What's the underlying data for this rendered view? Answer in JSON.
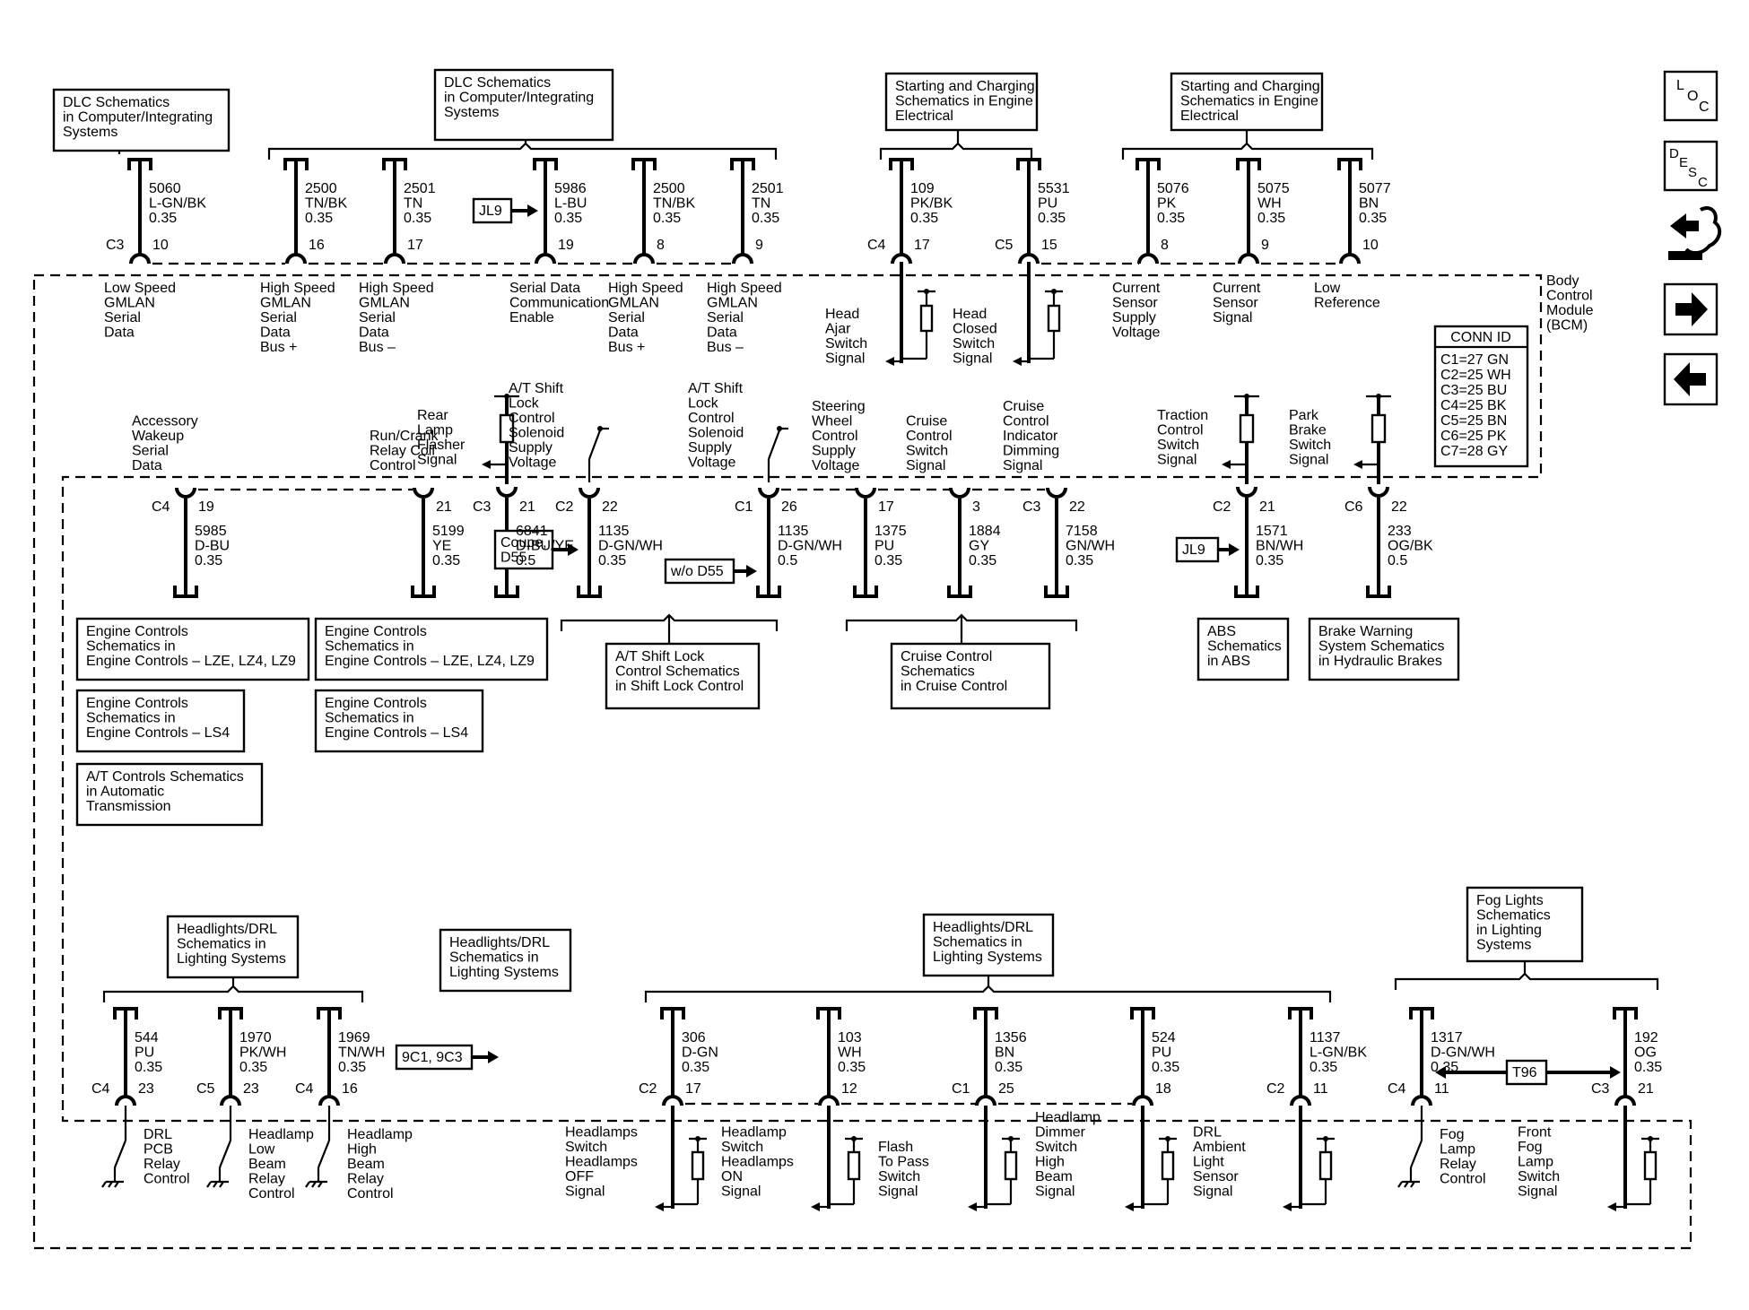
{
  "module": {
    "name": [
      "Body",
      "Control",
      "Module",
      "(BCM)"
    ]
  },
  "conn_id": {
    "title": "CONN ID",
    "rows": [
      "C1=27 GN",
      "C2=25 WH",
      "C3=25 BU",
      "C4=25 BK",
      "C5=25 BN",
      "C6=25 PK",
      "C7=28 GY"
    ]
  },
  "side_icons": [
    {
      "name": "loc-icon",
      "label": "LOC"
    },
    {
      "name": "desc-icon",
      "label": "DESC"
    },
    {
      "name": "schematic-icon",
      "label": ""
    },
    {
      "name": "arrow-right-icon",
      "label": ""
    },
    {
      "name": "arrow-left-icon",
      "label": ""
    }
  ],
  "ref_boxes": [
    {
      "lines": [
        "DLC Schematics",
        "in Computer/Integrating",
        "Systems"
      ]
    },
    {
      "lines": [
        "DLC Schematics",
        "in Computer/Integrating",
        "Systems"
      ]
    },
    {
      "lines": [
        "Starting and Charging",
        "Schematics in Engine",
        "Electrical"
      ]
    },
    {
      "lines": [
        "Starting and Charging",
        "Schematics in Engine",
        "Electrical"
      ]
    },
    {
      "lines": [
        "Engine Controls",
        "Schematics in",
        "Engine Controls – LZE, LZ4, LZ9"
      ]
    },
    {
      "lines": [
        "Engine Controls",
        "Schematics in",
        "Engine Controls – LZE, LZ4, LZ9"
      ]
    },
    {
      "lines": [
        "Engine Controls",
        "Schematics in",
        "Engine Controls – LS4"
      ]
    },
    {
      "lines": [
        "Engine Controls",
        "Schematics in",
        "Engine Controls – LS4"
      ]
    },
    {
      "lines": [
        "A/T Controls Schematics",
        "in Automatic",
        "Transmission"
      ]
    },
    {
      "lines": [
        "A/T Shift Lock",
        "Control Schematics",
        "in Shift Lock Control"
      ]
    },
    {
      "lines": [
        "Cruise Control",
        "Schematics",
        "in Cruise Control"
      ]
    },
    {
      "lines": [
        "ABS",
        "Schematics",
        "in ABS"
      ]
    },
    {
      "lines": [
        "Brake Warning",
        "System Schematics",
        "in Hydraulic Brakes"
      ]
    },
    {
      "lines": [
        "Headlights/DRL",
        "Schematics in",
        "Lighting Systems"
      ]
    },
    {
      "lines": [
        "Headlights/DRL",
        "Schematics in",
        "Lighting Systems"
      ]
    },
    {
      "lines": [
        "Headlights/DRL",
        "Schematics in",
        "Lighting Systems"
      ]
    },
    {
      "lines": [
        "Fog Lights",
        "Schematics",
        "in Lighting",
        "Systems"
      ]
    }
  ],
  "tags": [
    {
      "lines": [
        "JL9"
      ]
    },
    {
      "lines": [
        "Coupe,",
        "D55"
      ]
    },
    {
      "lines": [
        "w/o D55"
      ]
    },
    {
      "lines": [
        "JL9"
      ]
    },
    {
      "lines": [
        "9C1, 9C3"
      ]
    },
    {
      "lines": [
        "T96"
      ]
    }
  ],
  "circuits": [
    {
      "lines": [
        "5060",
        "L-GN/BK",
        "0.35"
      ],
      "conn": "C3",
      "pin": "10",
      "label": [
        "Low Speed",
        "GMLAN",
        "Serial",
        "Data"
      ]
    },
    {
      "lines": [
        "2500",
        "TN/BK",
        "0.35"
      ],
      "conn": "",
      "pin": "16",
      "label": [
        "High Speed",
        "GMLAN",
        "Serial",
        "Data",
        "Bus +"
      ]
    },
    {
      "lines": [
        "2501",
        "TN",
        "0.35"
      ],
      "conn": "",
      "pin": "17",
      "label": [
        "High Speed",
        "GMLAN",
        "Serial",
        "Data",
        "Bus –"
      ]
    },
    {
      "lines": [
        "5986",
        "L-BU",
        "0.35"
      ],
      "conn": "",
      "pin": "19",
      "label": [
        "Serial Data",
        "Communication",
        "Enable"
      ]
    },
    {
      "lines": [
        "2500",
        "TN/BK",
        "0.35"
      ],
      "conn": "",
      "pin": "8",
      "label": [
        "High Speed",
        "GMLAN",
        "Serial",
        "Data",
        "Bus +"
      ]
    },
    {
      "lines": [
        "2501",
        "TN",
        "0.35"
      ],
      "conn": "",
      "pin": "9",
      "label": [
        "High Speed",
        "GMLAN",
        "Serial",
        "Data",
        "Bus –"
      ]
    },
    {
      "lines": [
        "109",
        "PK/BK",
        "0.35"
      ],
      "conn": "C4",
      "pin": "17",
      "label": [
        "Head",
        "Ajar",
        "Switch",
        "Signal"
      ]
    },
    {
      "lines": [
        "5531",
        "PU",
        "0.35"
      ],
      "conn": "C5",
      "pin": "15",
      "label": [
        "Head",
        "Closed",
        "Switch",
        "Signal"
      ]
    },
    {
      "lines": [
        "5076",
        "PK",
        "0.35"
      ],
      "conn": "",
      "pin": "8",
      "label": [
        "Current",
        "Sensor",
        "Supply",
        "Voltage"
      ]
    },
    {
      "lines": [
        "5075",
        "WH",
        "0.35"
      ],
      "conn": "",
      "pin": "9",
      "label": [
        "Current",
        "Sensor",
        "Signal"
      ]
    },
    {
      "lines": [
        "5077",
        "BN",
        "0.35"
      ],
      "conn": "",
      "pin": "10",
      "label": [
        "Low",
        "Reference"
      ]
    },
    {
      "lines": [
        "5985",
        "D-BU",
        "0.35"
      ],
      "conn": "C4",
      "pin": "19",
      "label": [
        "Accessory",
        "Wakeup",
        "Serial",
        "Data"
      ]
    },
    {
      "lines": [
        "5199",
        "YE",
        "0.35"
      ],
      "conn": "",
      "pin": "21",
      "label": [
        "Run/Crank",
        "Relay Coil",
        "Control"
      ]
    },
    {
      "lines": [
        "1135",
        "D-GN/WH",
        "0.35"
      ],
      "conn": "C2",
      "pin": "22",
      "label": [
        "A/T Shift",
        "Lock",
        "Control",
        "Solenoid",
        "Supply",
        "Voltage"
      ]
    },
    {
      "lines": [
        "1135",
        "D-GN/WH",
        "0.5"
      ],
      "conn": "C1",
      "pin": "26",
      "label": [
        "A/T Shift",
        "Lock",
        "Control",
        "Solenoid",
        "Supply",
        "Voltage"
      ]
    },
    {
      "lines": [
        "1375",
        "PU",
        "0.35"
      ],
      "conn": "",
      "pin": "17",
      "label": [
        "Steering",
        "Wheel",
        "Control",
        "Supply",
        "Voltage"
      ]
    },
    {
      "lines": [
        "1884",
        "GY",
        "0.35"
      ],
      "conn": "",
      "pin": "3",
      "label": [
        "Cruise",
        "Control",
        "Switch",
        "Signal"
      ]
    },
    {
      "lines": [
        "7158",
        "GN/WH",
        "0.35"
      ],
      "conn": "C3",
      "pin": "22",
      "label": [
        "Cruise",
        "Control",
        "Indicator",
        "Dimming",
        "Signal"
      ]
    },
    {
      "lines": [
        "1571",
        "BN/WH",
        "0.35"
      ],
      "conn": "C2",
      "pin": "21",
      "label": [
        "Traction",
        "Control",
        "Switch",
        "Signal"
      ]
    },
    {
      "lines": [
        "233",
        "OG/BK",
        "0.5"
      ],
      "conn": "C6",
      "pin": "22",
      "label": [
        "Park",
        "Brake",
        "Switch",
        "Signal"
      ]
    },
    {
      "lines": [
        "544",
        "PU",
        "0.35"
      ],
      "conn": "C4",
      "pin": "23",
      "label": [
        "DRL",
        "PCB",
        "Relay",
        "Control"
      ]
    },
    {
      "lines": [
        "1970",
        "PK/WH",
        "0.35"
      ],
      "conn": "C5",
      "pin": "23",
      "label": [
        "Headlamp",
        "Low",
        "Beam",
        "Relay",
        "Control"
      ]
    },
    {
      "lines": [
        "1969",
        "TN/WH",
        "0.35"
      ],
      "conn": "C4",
      "pin": "16",
      "label": [
        "Headlamp",
        "High",
        "Beam",
        "Relay",
        "Control"
      ]
    },
    {
      "lines": [
        "6841",
        "D-BU/YE",
        "0.5"
      ],
      "conn": "C3",
      "pin": "21",
      "label": [
        "Rear",
        "Lamp",
        "Flasher",
        "Signal"
      ]
    },
    {
      "lines": [
        "306",
        "D-GN",
        "0.35"
      ],
      "conn": "C2",
      "pin": "17",
      "label": [
        "Headlamps",
        "Switch",
        "Headlamps",
        "OFF",
        "Signal"
      ]
    },
    {
      "lines": [
        "103",
        "WH",
        "0.35"
      ],
      "conn": "",
      "pin": "12",
      "label": [
        "Headlamp",
        "Switch",
        "Headlamps",
        "ON",
        "Signal"
      ]
    },
    {
      "lines": [
        "1356",
        "BN",
        "0.35"
      ],
      "conn": "C1",
      "pin": "25",
      "label": [
        "Flash",
        "To Pass",
        "Switch",
        "Signal"
      ]
    },
    {
      "lines": [
        "524",
        "PU",
        "0.35"
      ],
      "conn": "",
      "pin": "18",
      "label": [
        "Headlamp",
        "Dimmer",
        "Switch",
        "High",
        "Beam",
        "Signal"
      ]
    },
    {
      "lines": [
        "1137",
        "L-GN/BK",
        "0.35"
      ],
      "conn": "C2",
      "pin": "11",
      "label": [
        "DRL",
        "Ambient",
        "Light",
        "Sensor",
        "Signal"
      ]
    },
    {
      "lines": [
        "1317",
        "D-GN/WH",
        "0.35"
      ],
      "conn": "C4",
      "pin": "11",
      "label": [
        "Fog",
        "Lamp",
        "Relay",
        "Control"
      ]
    },
    {
      "lines": [
        "192",
        "OG",
        "0.35"
      ],
      "conn": "C3",
      "pin": "21",
      "label": [
        "Front",
        "Fog",
        "Lamp",
        "Switch",
        "Signal"
      ]
    }
  ]
}
